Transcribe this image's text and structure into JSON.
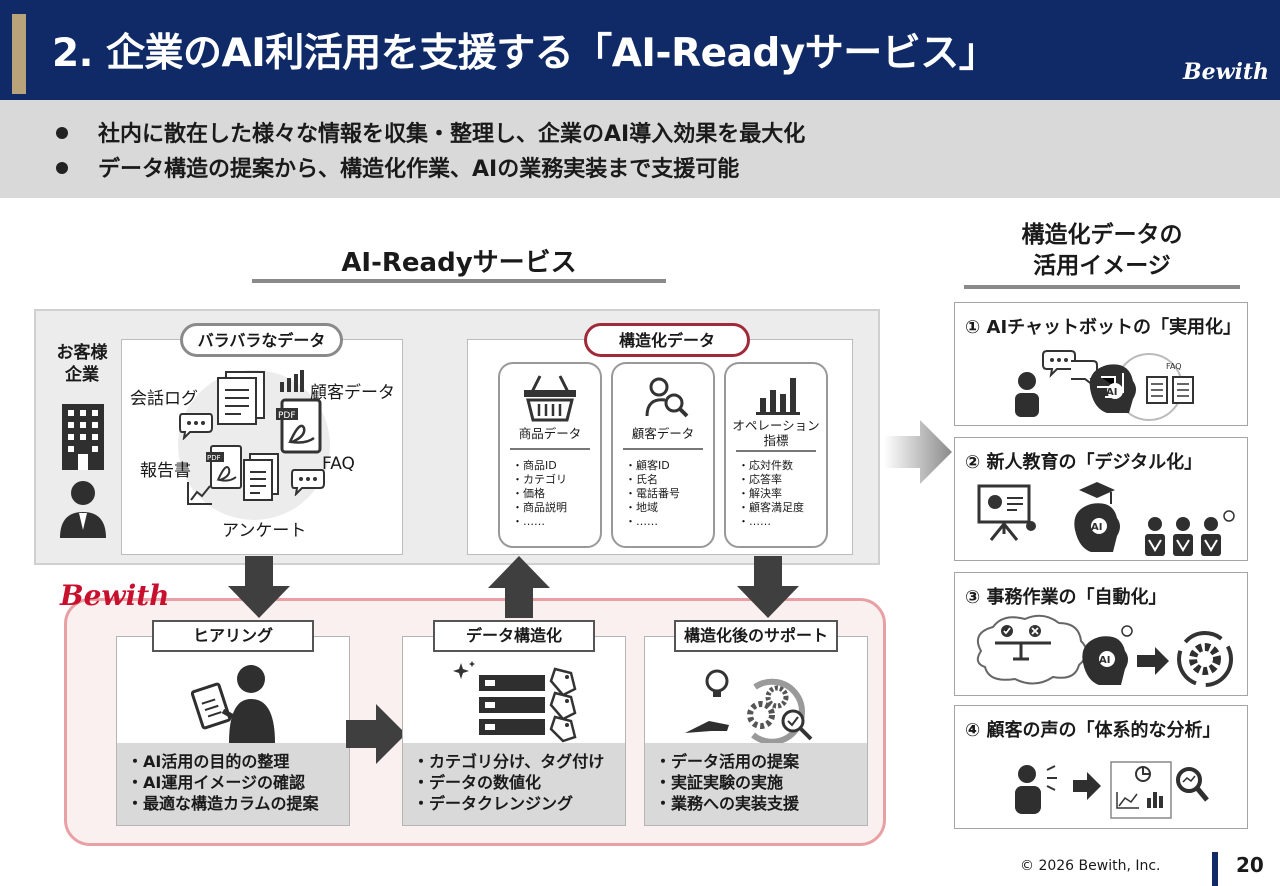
{
  "header": {
    "title": "2. 企業のAI利活用を支援する「AI-Readyサービス」",
    "logo": "Bewith"
  },
  "bullets": [
    "社内に散在した様々な情報を収集・整理し、企業のAI導入効果を最大化",
    "データ構造の提案から、構造化作業、AIの業務実装まで支援可能"
  ],
  "left": {
    "section_title": "AI-Readyサービス",
    "customer_label": "お客様\n企業",
    "scattered": {
      "label": "バラバラなデータ",
      "items": [
        "会話ログ",
        "顧客データ",
        "報告書",
        "FAQ",
        "アンケート"
      ]
    },
    "structured": {
      "label": "構造化データ",
      "columns": [
        {
          "title": "商品データ",
          "items": [
            "商品ID",
            "カテゴリ",
            "価格",
            "商品説明",
            "……"
          ]
        },
        {
          "title": "顧客データ",
          "items": [
            "顧客ID",
            "氏名",
            "電話番号",
            "地域",
            "……"
          ]
        },
        {
          "title": "オペレーション\n指標",
          "items": [
            "応対件数",
            "応答率",
            "解決率",
            "顧客満足度",
            "……"
          ]
        }
      ]
    },
    "provider_logo": "Bewith",
    "services": [
      {
        "label": "ヒアリング",
        "items": [
          "AI活用の目的の整理",
          "AI運用イメージの確認",
          "最適な構造カラムの提案"
        ]
      },
      {
        "label": "データ構造化",
        "items": [
          "カテゴリ分け、タグ付け",
          "データの数値化",
          "データクレンジング"
        ]
      },
      {
        "label": "構造化後のサポート",
        "items": [
          "データ活用の提案",
          "実証実験の実施",
          "業務への実装支援"
        ]
      }
    ]
  },
  "right": {
    "title": "構造化データの\n活用イメージ",
    "cases": [
      {
        "label": "① AIチャットボットの「実用化」",
        "icon_text": [
          "FAQ",
          "AI"
        ]
      },
      {
        "label": "② 新人教育の「デジタル化」",
        "icon_text": [
          "AI"
        ]
      },
      {
        "label": "③ 事務作業の「自動化」",
        "icon_text": [
          "AI"
        ]
      },
      {
        "label": "④ 顧客の声の「体系的な分析」"
      }
    ]
  },
  "footer": {
    "copyright": "© 2026 Bewith, Inc.",
    "page": "20"
  },
  "colors": {
    "navy": "#0f2a66",
    "gold": "#b9a37b",
    "brand_red": "#c8102e",
    "pink_border": "#e8a0a4",
    "structured_pill_border": "#a02a3a"
  },
  "icons": [
    "building-icon",
    "person-icon",
    "document-icon",
    "pdf-icon",
    "chat-bubble-icon",
    "bar-chart-icon",
    "line-chart-icon",
    "basket-icon",
    "person-search-icon",
    "clipboard-person-icon",
    "server-tags-icon",
    "gear-support-icon",
    "arrow-right-icon",
    "ai-brain-icon",
    "presentation-icon",
    "automation-gear-icon",
    "magnifier-icon"
  ]
}
